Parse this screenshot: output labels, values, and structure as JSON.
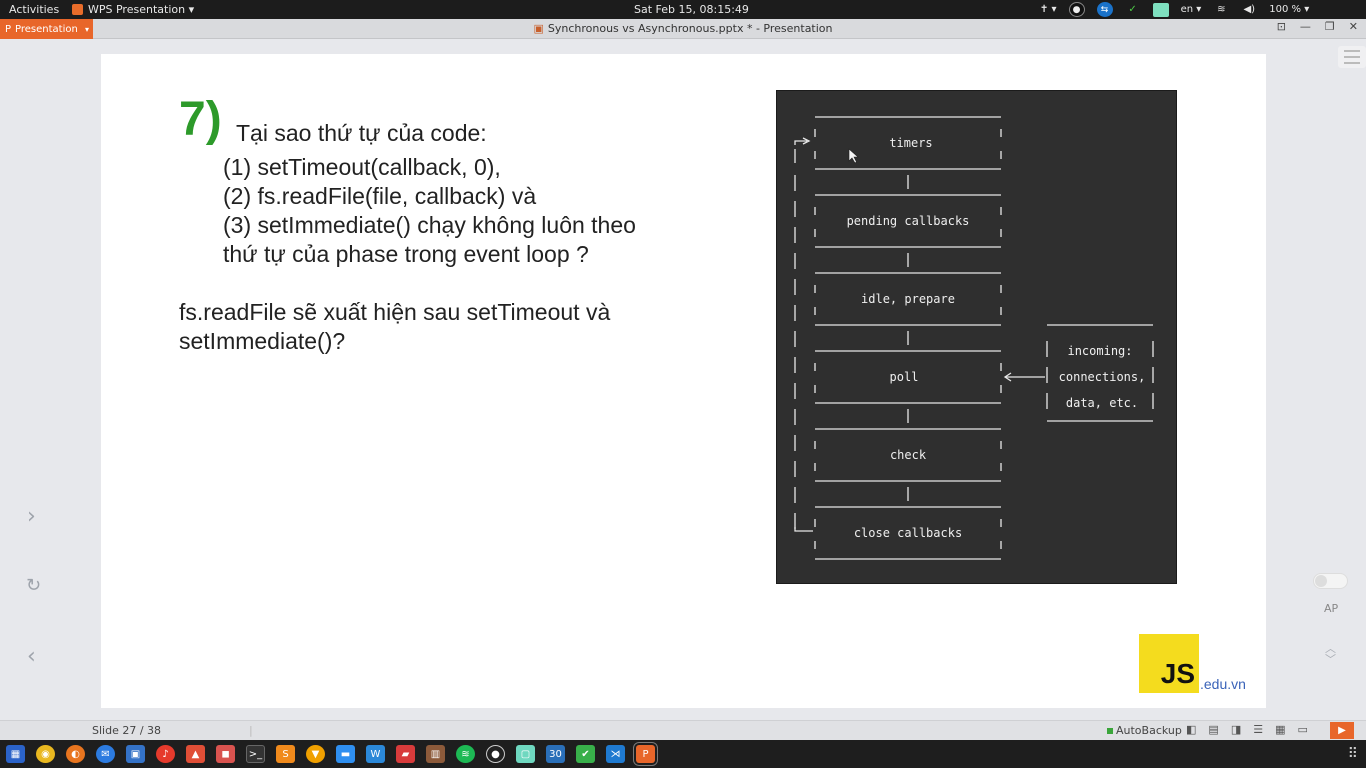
{
  "topbar": {
    "activities": "Activities",
    "app_name": "WPS Presentation ▾",
    "clock": "Sat Feb 15, 08:15:49",
    "lang": "en ▾",
    "battery": "100 % ▾"
  },
  "window": {
    "tab_label": "Presentation",
    "title": "Synchronous vs Asynchronous.pptx * - Presentation"
  },
  "slide": {
    "number_marker": "7)",
    "question": "Tại sao thứ tự của code:",
    "items": [
      "(1) setTimeout(callback, 0),",
      "(2) fs.readFile(file, callback) và",
      "(3) setImmediate() chạy không luôn theo",
      "thứ tự của phase trong event loop ?"
    ],
    "followup": [
      "fs.readFile sẽ xuất hiện sau setTimeout và",
      "setImmediate()?"
    ],
    "diagram": {
      "phases": [
        "timers",
        "pending callbacks",
        "idle, prepare",
        "poll",
        "check",
        "close callbacks"
      ],
      "incoming": [
        "incoming:",
        "connections,",
        "data, etc."
      ]
    },
    "logo_text": "JS",
    "logo_site": ".edu.vn"
  },
  "sidebar": {
    "ap_label": "AP"
  },
  "statusbar": {
    "slide_counter": "Slide 27 / 38",
    "autobackup": "AutoBackup"
  },
  "colors": {
    "accent_orange": "#e8662a",
    "number_green": "#2d9a2a",
    "diagram_bg": "#2f2f2f",
    "js_yellow": "#f4dc1e"
  },
  "taskbar": {
    "apps": [
      "files-icon",
      "chrome-icon",
      "firefox-icon",
      "thunderbird-icon",
      "file-manager-icon",
      "music-icon",
      "software-icon",
      "screenshot-icon",
      "terminal-icon",
      "sublime-icon",
      "vlc-icon",
      "folder-icon",
      "wps-writer-icon",
      "wps-pdf-icon",
      "archive-icon",
      "spotify-icon",
      "obs-icon",
      "editor-icon",
      "calendar-icon",
      "shield-icon",
      "vscode-icon",
      "wps-presentation-icon"
    ],
    "calendar_day": "30"
  }
}
